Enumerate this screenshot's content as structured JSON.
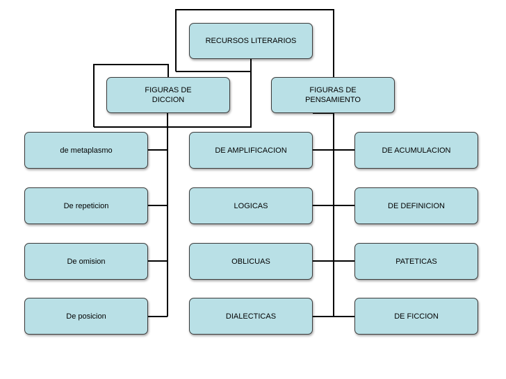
{
  "diagram": {
    "root": "RECURSOS LITERARIOS",
    "diccion": {
      "title": "FIGURAS DE\nDICCION",
      "children": [
        "de metaplasmo",
        "De repeticion",
        "De omision",
        "De posicion"
      ]
    },
    "pensamiento": {
      "title": "FIGURAS DE\nPENSAMIENTO",
      "children_left": [
        "DE AMPLIFICACION",
        "LOGICAS",
        "OBLICUAS",
        "DIALECTICAS"
      ],
      "children_right": [
        "DE ACUMULACION",
        "DE DEFINICION",
        "PATETICAS",
        "DE FICCION"
      ]
    }
  }
}
